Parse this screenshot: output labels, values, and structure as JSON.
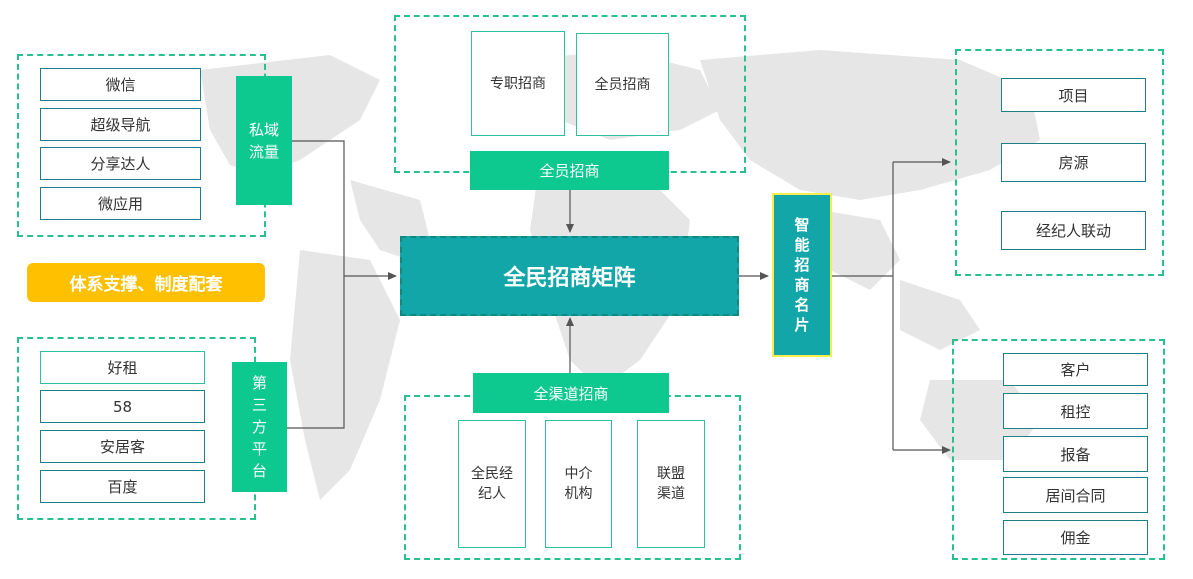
{
  "left_top": {
    "label": "私域流量",
    "items": [
      "微信",
      "超级导航",
      "分享达人",
      "微应用"
    ]
  },
  "support_label": "体系支撑、制度配套",
  "left_bottom": {
    "label": "第三方平台",
    "items": [
      "好租",
      "58",
      "安居客",
      "百度"
    ]
  },
  "top": {
    "label": "全员招商",
    "items": [
      "专职招商",
      "全员招商"
    ]
  },
  "center_label": "全民招商矩阵",
  "bottom": {
    "label": "全渠道招商",
    "items": [
      "全民经纪人",
      "中介机构",
      "联盟渠道"
    ]
  },
  "card_label": "智能招商名片",
  "right_top": {
    "items": [
      "项目",
      "房源",
      "经纪人联动"
    ]
  },
  "right_bottom": {
    "items": [
      "客户",
      "租控",
      "报备",
      "居间合同",
      "佣金"
    ]
  },
  "colors": {
    "green": "#0ec98f",
    "teal": "#12a6a8",
    "yellow_border": "#f7ee4a",
    "support": "#ffc000",
    "dash": "#27c08f"
  }
}
